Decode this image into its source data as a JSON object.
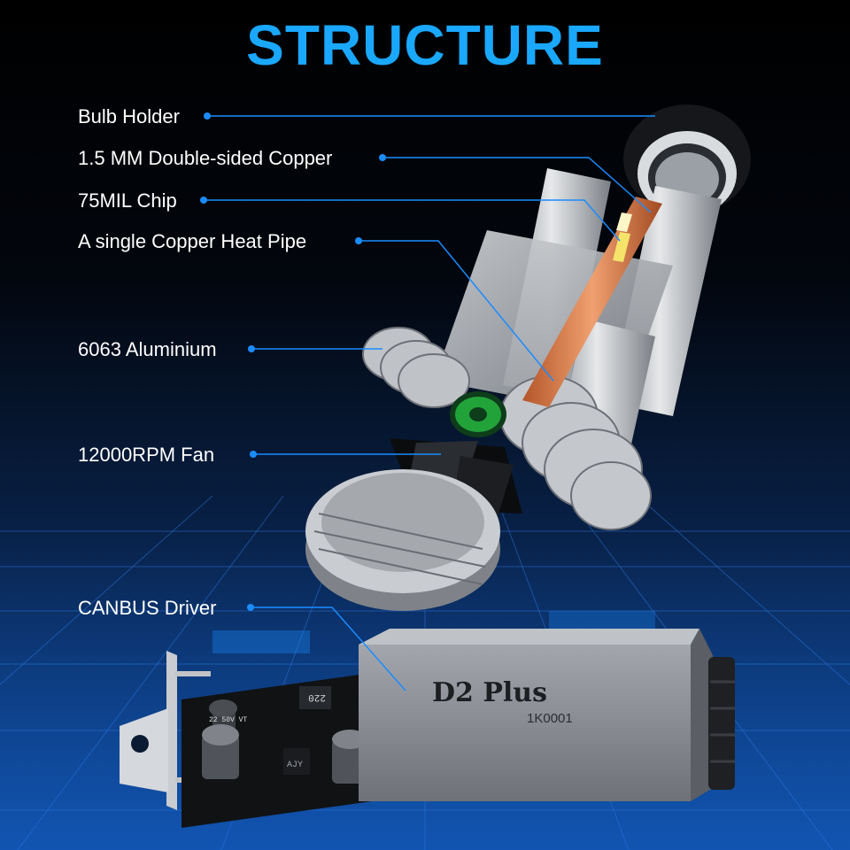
{
  "title": "STRUCTURE",
  "accent_color": "#1aa8ff",
  "callouts": [
    {
      "id": "bulb-holder",
      "label": "Bulb Holder"
    },
    {
      "id": "copper-board",
      "label": "1.5 MM Double-sided Copper"
    },
    {
      "id": "chip",
      "label": "75MIL Chip"
    },
    {
      "id": "heat-pipe",
      "label": "A single Copper Heat Pipe"
    },
    {
      "id": "aluminium",
      "label": "6063 Aluminium"
    },
    {
      "id": "fan",
      "label": "12000RPM Fan"
    },
    {
      "id": "canbus-driver",
      "label": "CANBUS Driver"
    }
  ],
  "driver": {
    "brand": "D2 Plus",
    "model": "1K0001",
    "inductor_code": "220",
    "capacitor_marking": "22\n50V\nVT",
    "chip_marking": "AJY"
  }
}
